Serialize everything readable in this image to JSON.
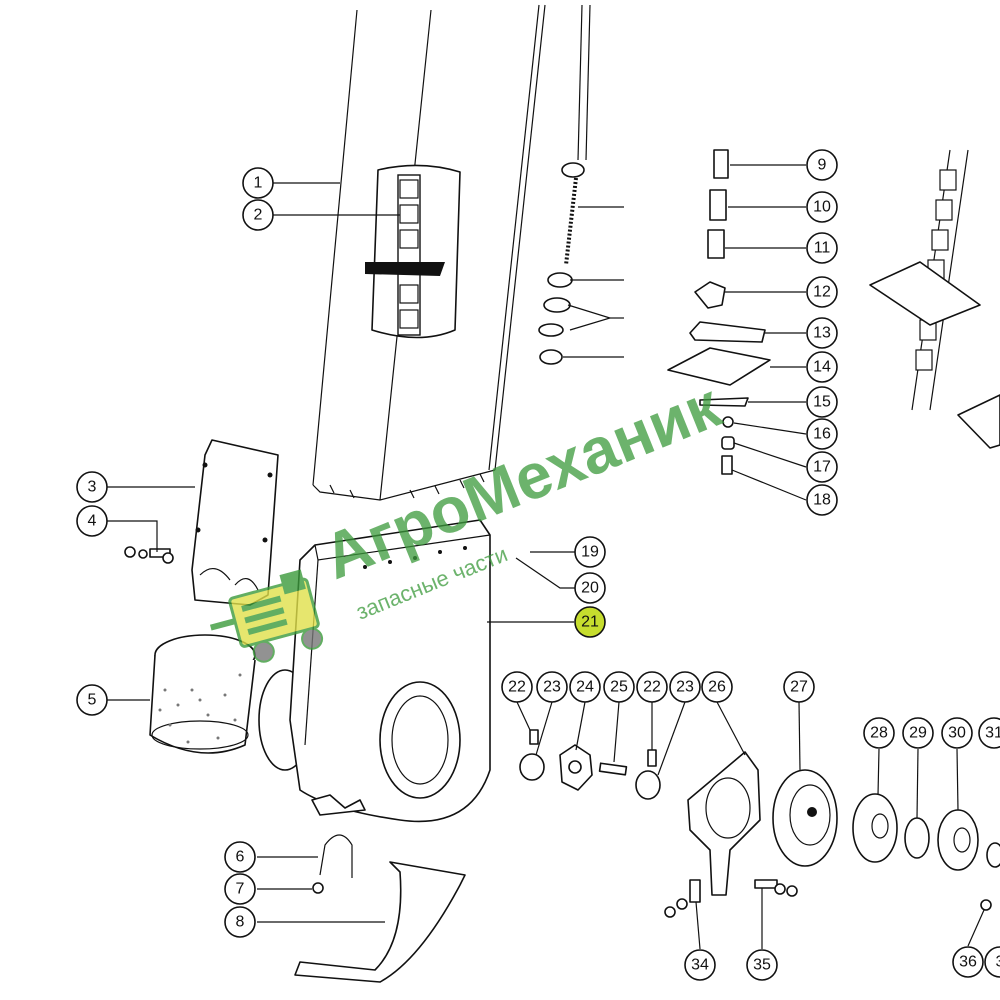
{
  "diagram": {
    "callouts": [
      "1",
      "2",
      "3",
      "4",
      "5",
      "6",
      "7",
      "8",
      "9",
      "10",
      "11",
      "12",
      "13",
      "14",
      "15",
      "16",
      "17",
      "18",
      "19",
      "20",
      "21",
      "22",
      "23",
      "24",
      "25",
      "22",
      "23",
      "26",
      "27",
      "28",
      "29",
      "30",
      "31",
      "34",
      "35",
      "36",
      "3"
    ],
    "highlighted": "21",
    "highlight_color": "#c6dd2e"
  },
  "watermark": {
    "brand_part1": "Агро",
    "brand_part2": "Механик",
    "tagline": "запасные части",
    "color": "#3c9a3c"
  }
}
